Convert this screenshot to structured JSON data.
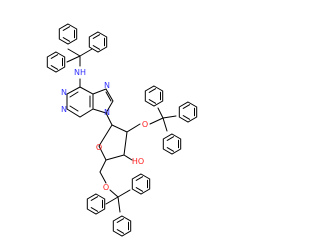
{
  "molecule": {
    "atoms": {
      "nh": "NH",
      "n_pur_left_top": "N",
      "n_pur_left_bot": "N",
      "n_pur_right_top": "N",
      "n_pur_right_bot": "N",
      "o_ring": "O",
      "o_trityl_upper": "O",
      "oh": "HO",
      "o_lower": "O"
    },
    "colors": {
      "nitrogen": "#3333ff",
      "oxygen": "#ff2020",
      "bond": "#000000"
    }
  }
}
